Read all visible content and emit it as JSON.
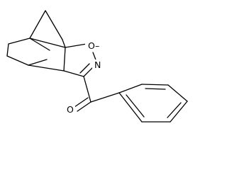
{
  "molecule": {
    "atoms": {
      "oxygen_ring": "O",
      "nitrogen_ring": "N",
      "oxygen_carbonyl": "O"
    },
    "colors": {
      "bond": "#000000",
      "label": "#000000",
      "background": "#ffffff"
    }
  }
}
